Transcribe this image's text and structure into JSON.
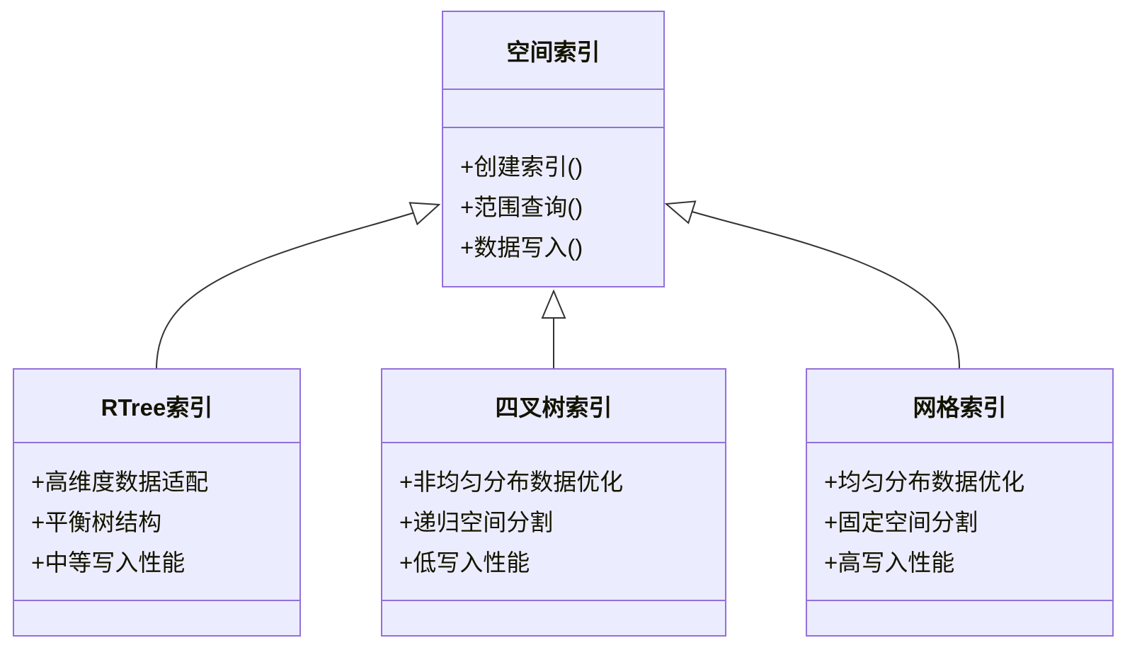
{
  "diagram": {
    "type": "uml-class-diagram",
    "classes": [
      {
        "name": "空间索引",
        "attributes": [],
        "methods": [
          "+创建索引()",
          "+范围查询()",
          "+数据写入()"
        ]
      },
      {
        "name": "RTree索引",
        "attributes": [
          "+高维度数据适配",
          "+平衡树结构",
          "+中等写入性能"
        ],
        "methods": []
      },
      {
        "name": "四叉树索引",
        "attributes": [
          "+非均匀分布数据优化",
          "+递归空间分割",
          "+低写入性能"
        ],
        "methods": []
      },
      {
        "name": "网格索引",
        "attributes": [
          "+均匀分布数据优化",
          "+固定空间分割",
          "+高写入性能"
        ],
        "methods": []
      }
    ],
    "relations": [
      {
        "from": "RTree索引",
        "to": "空间索引",
        "type": "inheritance"
      },
      {
        "from": "四叉树索引",
        "to": "空间索引",
        "type": "inheritance"
      },
      {
        "from": "网格索引",
        "to": "空间索引",
        "type": "inheritance"
      }
    ]
  },
  "colors": {
    "node_fill": "#ECECFF",
    "node_border": "#9370DB",
    "edge": "#333333",
    "text": "#131300",
    "background": "#FFFFFF"
  }
}
